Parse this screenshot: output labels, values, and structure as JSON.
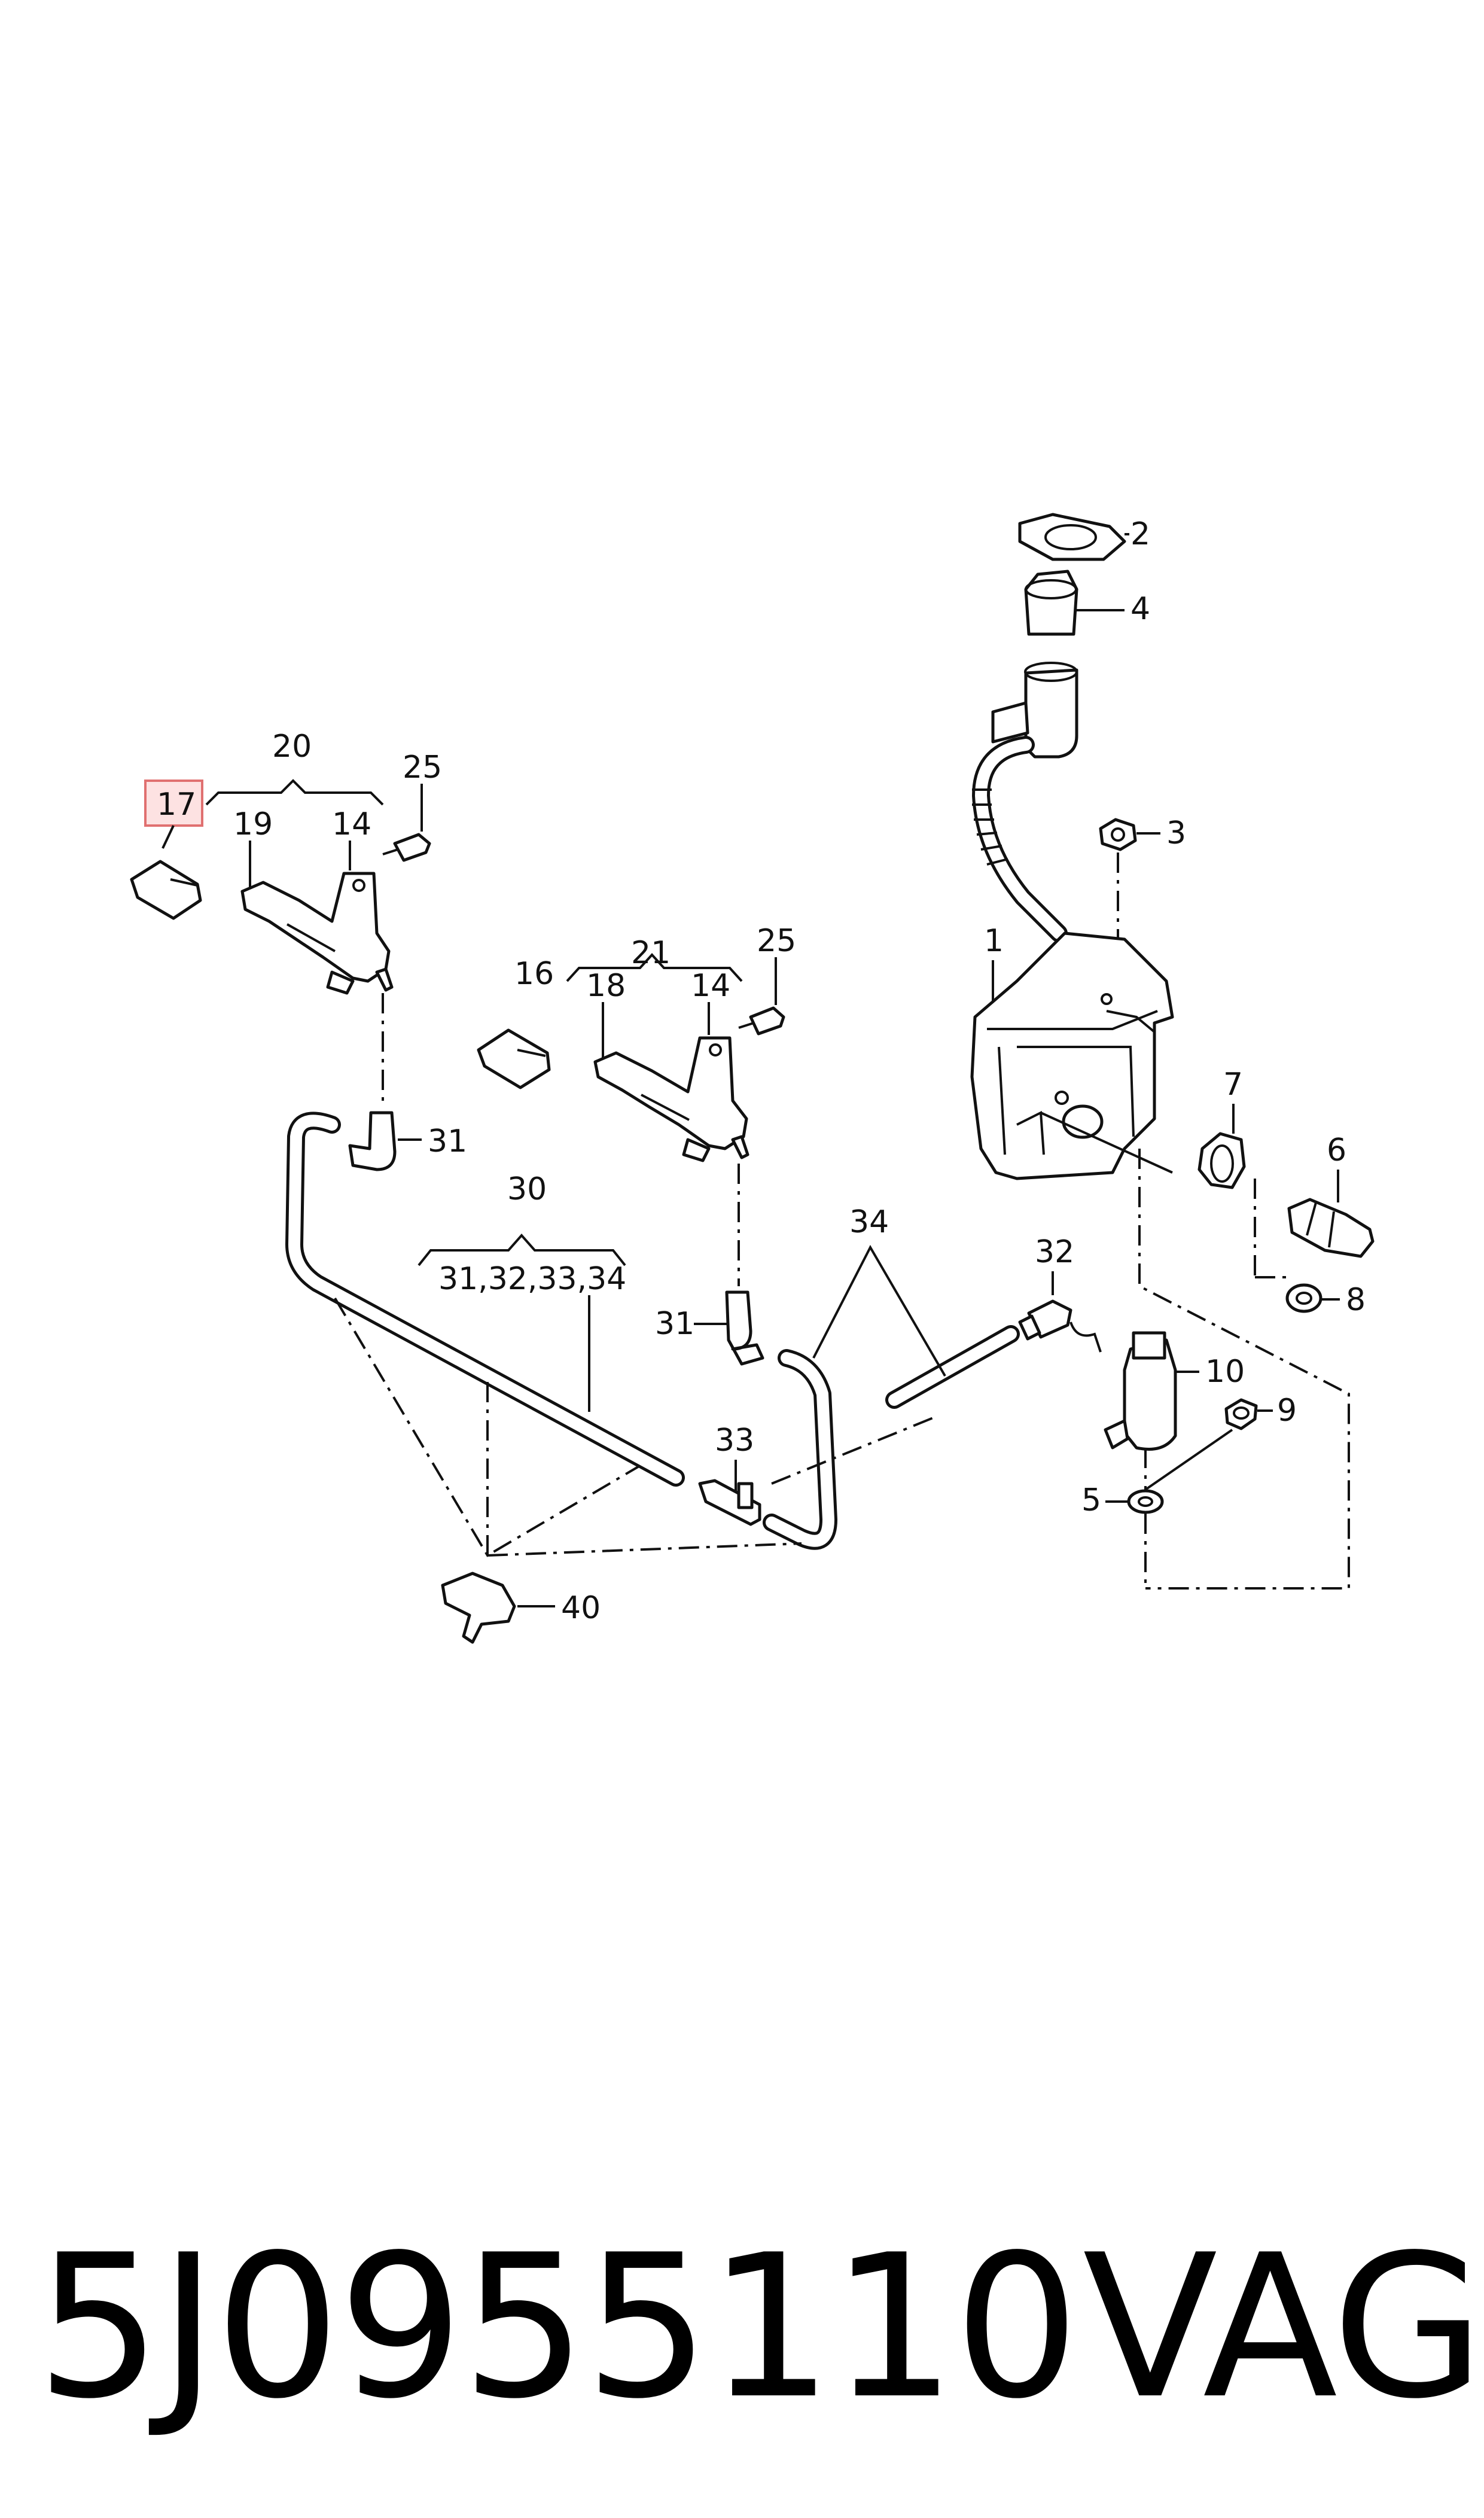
{
  "callouts": [
    {
      "id": "c17",
      "text": "17",
      "highlighted": true
    },
    {
      "id": "c20",
      "text": "20"
    },
    {
      "id": "c19",
      "text": "19"
    },
    {
      "id": "c14a",
      "text": "14"
    },
    {
      "id": "c25a",
      "text": "25"
    },
    {
      "id": "c21",
      "text": "21"
    },
    {
      "id": "c16",
      "text": "16"
    },
    {
      "id": "c18",
      "text": "18"
    },
    {
      "id": "c14b",
      "text": "14"
    },
    {
      "id": "c25b",
      "text": "25"
    },
    {
      "id": "c31a",
      "text": "31"
    },
    {
      "id": "c30",
      "text": "30"
    },
    {
      "id": "c30sub",
      "text": "31,32,33,34"
    },
    {
      "id": "c31b",
      "text": "31"
    },
    {
      "id": "c33",
      "text": "33"
    },
    {
      "id": "c34",
      "text": "34"
    },
    {
      "id": "c32",
      "text": "32"
    },
    {
      "id": "c40",
      "text": "40"
    },
    {
      "id": "c2",
      "text": "2"
    },
    {
      "id": "c4",
      "text": "4"
    },
    {
      "id": "c3",
      "text": "3"
    },
    {
      "id": "c1",
      "text": "1"
    },
    {
      "id": "c7",
      "text": "7"
    },
    {
      "id": "c6",
      "text": "6"
    },
    {
      "id": "c8",
      "text": "8"
    },
    {
      "id": "c10",
      "text": "10"
    },
    {
      "id": "c9",
      "text": "9"
    },
    {
      "id": "c5",
      "text": "5"
    }
  ],
  "footer": {
    "part_number": "5J0955110",
    "brand": "VAG"
  },
  "colors": {
    "highlight_fill": "#fde2e2",
    "highlight_stroke": "#e07070",
    "line": "#111111"
  }
}
